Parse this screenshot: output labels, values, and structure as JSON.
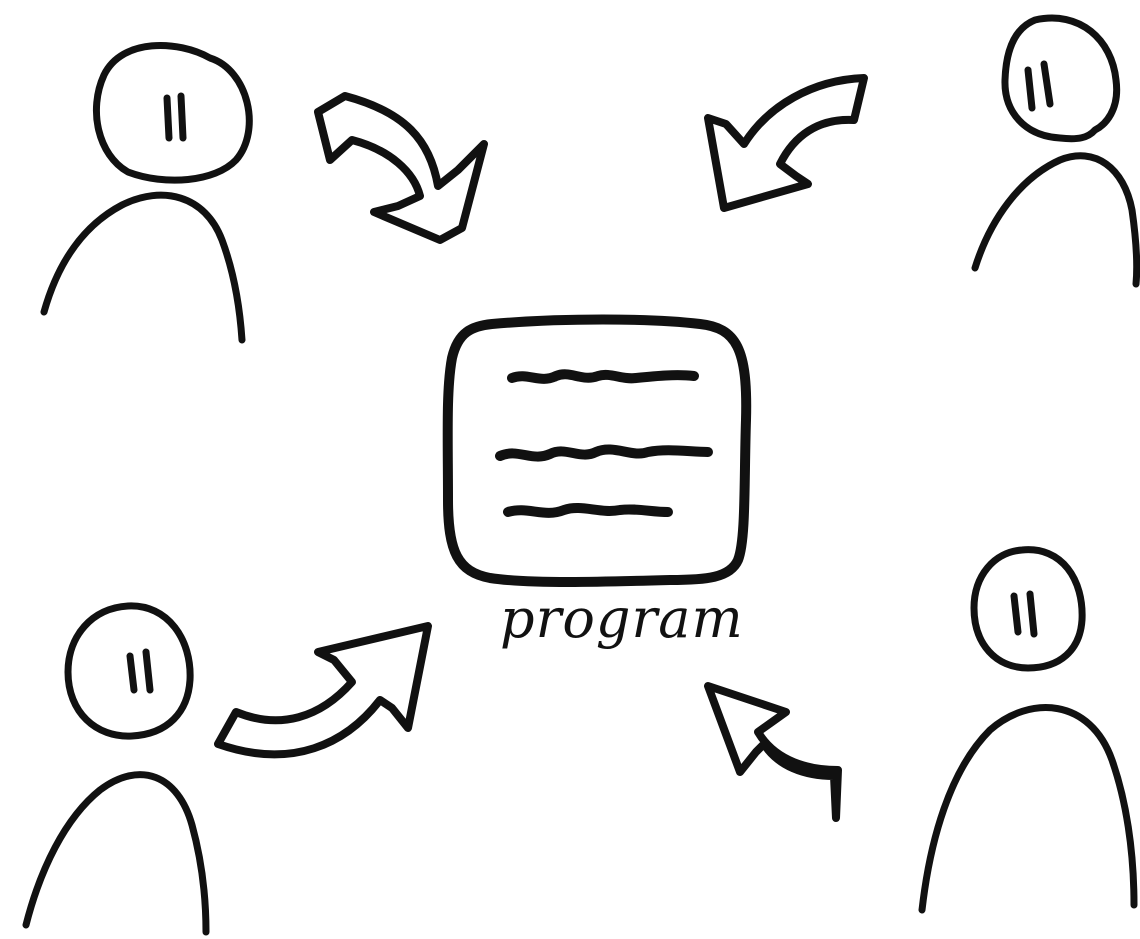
{
  "diagram": {
    "label": "program",
    "nodes": [
      {
        "id": "person-top-left",
        "type": "person"
      },
      {
        "id": "person-top-right",
        "type": "person"
      },
      {
        "id": "person-bottom-left",
        "type": "person"
      },
      {
        "id": "person-bottom-right",
        "type": "person"
      },
      {
        "id": "program-document",
        "type": "document"
      }
    ],
    "edges": [
      {
        "from": "person-top-left",
        "to": "program-document"
      },
      {
        "from": "person-top-right",
        "to": "program-document"
      },
      {
        "from": "person-bottom-left",
        "to": "program-document"
      },
      {
        "from": "person-bottom-right",
        "to": "program-document"
      }
    ]
  },
  "colors": {
    "ink": "#111111",
    "background": "#ffffff"
  },
  "icons": [
    "person-icon",
    "curved-arrow-icon",
    "document-icon"
  ]
}
